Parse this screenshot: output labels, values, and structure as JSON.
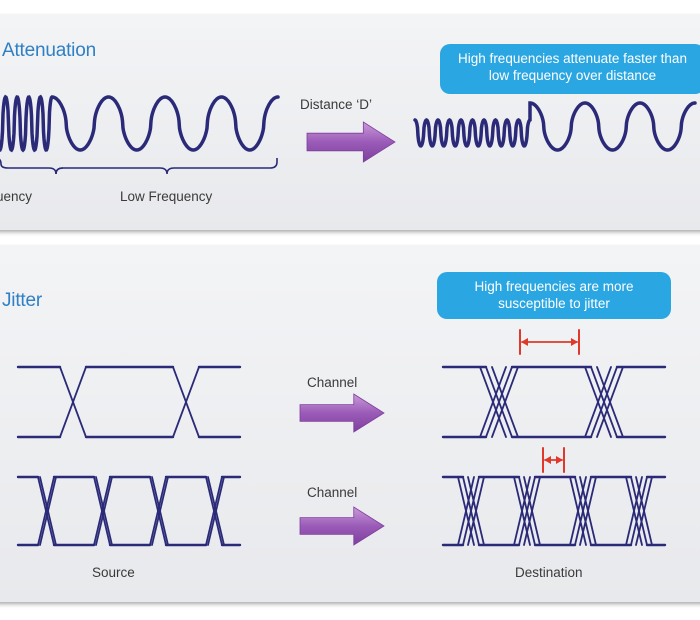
{
  "attenuation": {
    "title": "Attenuation",
    "distance_label": "Distance ‘D’",
    "callout": "High frequencies attenuate faster than low frequency over distance",
    "high_frequency_label": "uency",
    "low_frequency_label": "Low Frequency"
  },
  "jitter": {
    "title": "Jitter",
    "callout": "High frequencies are more susceptible to jitter",
    "channel_label_top": "Channel",
    "channel_label_bottom": "Channel",
    "source_label": "Source",
    "destination_label": "Destination"
  },
  "colors": {
    "wave": "#2b2a78",
    "arrow": "#9b5bb8",
    "callout": "#2aa6e2",
    "title": "#2f7fc4",
    "marker": "#e0392b"
  }
}
